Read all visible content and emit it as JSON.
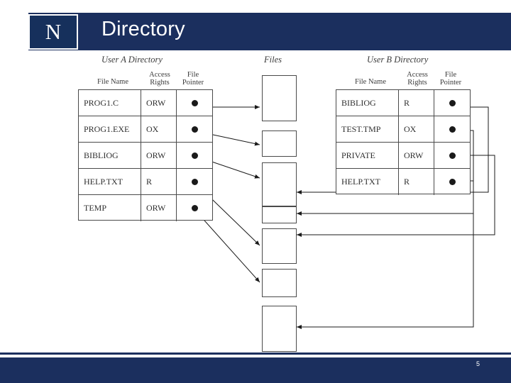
{
  "slide": {
    "title": "Directory",
    "logo_glyph": "N",
    "number": "5",
    "colors": {
      "header": "#1b2f5e",
      "header_text": "#ffffff",
      "line": "#4a4a4a",
      "label_text": "#3b3b3b"
    }
  },
  "figure": {
    "labels": {
      "user_a": "User A Directory",
      "files": "Files",
      "user_b": "User B Directory"
    },
    "column_headers": {
      "file_name": "File Name",
      "access_rights": "Access\nRights",
      "file_pointer": "File\nPointer",
      "access_rights_l1": "Access",
      "access_rights_l2": "Rights",
      "file_pointer_l1": "File",
      "file_pointer_l2": "Pointer"
    },
    "user_a_rows": [
      {
        "name": "PROG1.C",
        "rights": "ORW",
        "pointer": "dot"
      },
      {
        "name": "PROG1.EXE",
        "rights": "OX",
        "pointer": "dot"
      },
      {
        "name": "BIBLIOG",
        "rights": "ORW",
        "pointer": "dot"
      },
      {
        "name": "HELP.TXT",
        "rights": "R",
        "pointer": "dot"
      },
      {
        "name": "TEMP",
        "rights": "ORW",
        "pointer": "dot"
      }
    ],
    "user_b_rows": [
      {
        "name": "BIBLIOG",
        "rights": "R",
        "pointer": "dot"
      },
      {
        "name": "TEST.TMP",
        "rights": "OX",
        "pointer": "dot"
      },
      {
        "name": "PRIVATE",
        "rights": "ORW",
        "pointer": "dot"
      },
      {
        "name": "HELP.TXT",
        "rights": "R",
        "pointer": "dot"
      }
    ],
    "file_boxes": [
      {
        "id": "file-1"
      },
      {
        "id": "file-2"
      },
      {
        "id": "file-3"
      },
      {
        "id": "file-4"
      },
      {
        "id": "file-5"
      },
      {
        "id": "file-6"
      },
      {
        "id": "file-7"
      }
    ]
  }
}
